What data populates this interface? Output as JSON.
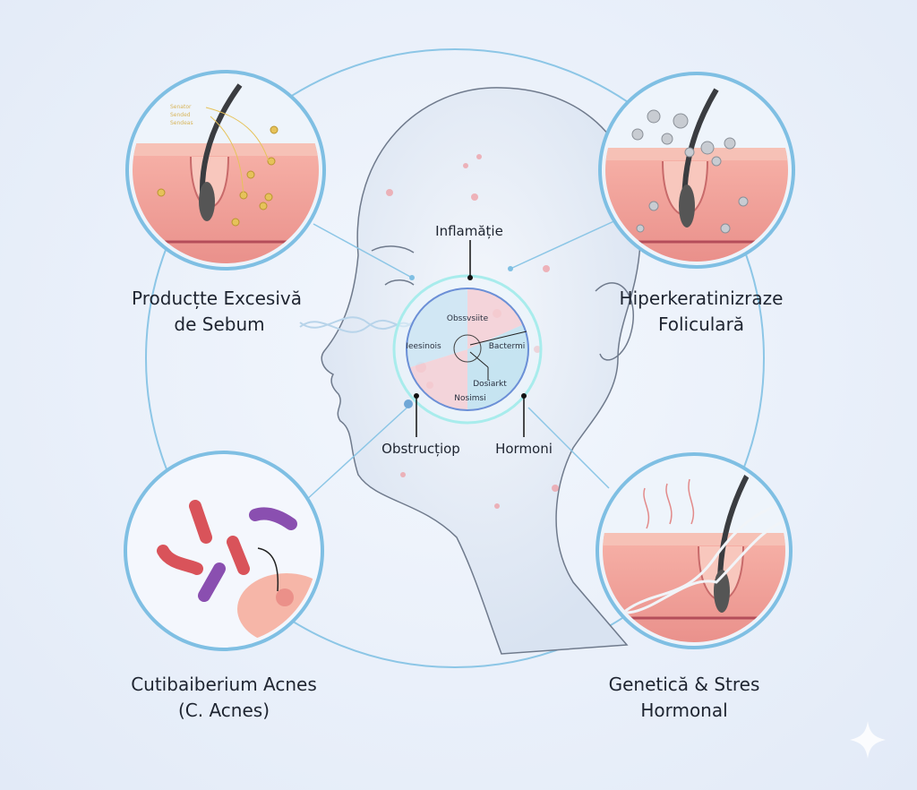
{
  "panels": [
    {
      "title_line1": "Producțte Excesivă",
      "title_line2": "de Sebum",
      "tiny_labels": [
        "Senator",
        "Sended",
        "Sendeas"
      ]
    },
    {
      "title_line1": "Hiperkeratinizraze",
      "title_line2": "Foliculară"
    },
    {
      "title_line1": "Cutibaiberium Acnes",
      "title_line2": "(C. Acnes)"
    },
    {
      "title_line1": "Genetică & Stres",
      "title_line2": "Hormonal"
    }
  ],
  "center": {
    "top_label": "Inflamăție",
    "bottom_left_label": "Obstrucțiop",
    "bottom_right_label": "Hormoni",
    "inner_labels": {
      "top": "Obssvsiite",
      "left": "Ieesinois",
      "right": "Bactermi",
      "lower": "Dosiarkt",
      "bottom": "Nosimsi"
    }
  },
  "colors": {
    "accent": "#7fbfe3",
    "skin": "#f2a6a0",
    "bacteria_red": "#d9535a",
    "bacteria_purple": "#8a4fb0"
  }
}
